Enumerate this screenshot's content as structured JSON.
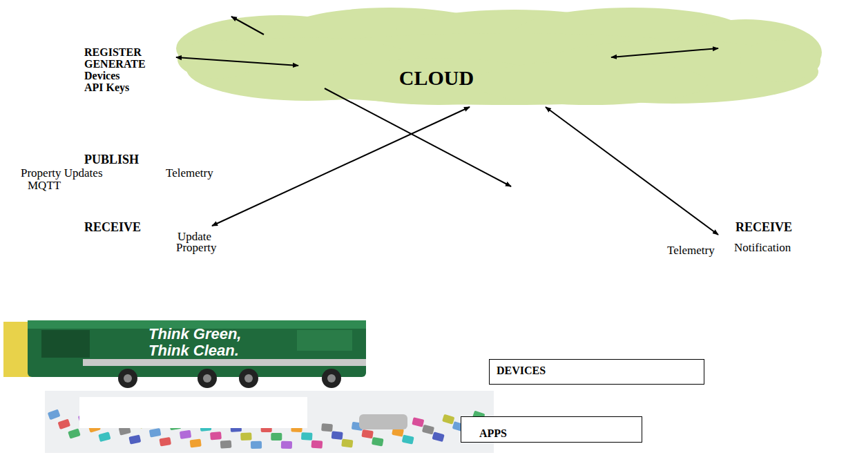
{
  "diagram": {
    "nodes": [
      {
        "text": [
          "CLOUD"
        ]
      },
      {
        "text": [
          "DEVICES"
        ]
      },
      {
        "text": [
          "APPS"
        ]
      }
    ],
    "labels": [
      "REGISTER",
      "GENERATE",
      "Devices",
      "API Keys",
      "PUBLISH",
      "Property Updates",
      "Telemetry",
      "MQTT",
      "RECEIVE",
      "Update",
      "Property",
      "RECEIVE",
      "Telemetry",
      "Notification",
      "Think Green,",
      "Think Clean."
    ]
  }
}
